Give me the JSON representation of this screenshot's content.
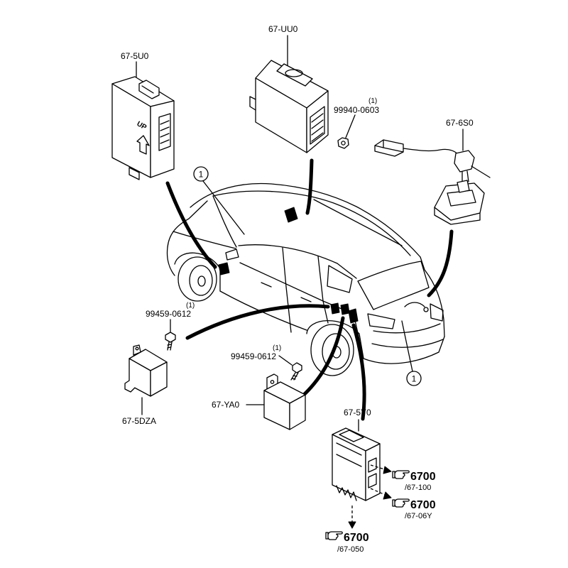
{
  "diagram": {
    "labels": {
      "part_67_uu0": "67-UU0",
      "part_67_5u0": "67-5U0",
      "part_67_5u0_marking": "UP",
      "nut_99940_0603_qty": "(1)",
      "nut_99940_0603": "99940-0603",
      "part_67_6s0": "67-6S0",
      "callout_top": "1",
      "bolt_a_qty": "(1)",
      "bolt_a": "99459-0612",
      "bolt_b_qty": "(1)",
      "bolt_b": "99459-0612",
      "part_67_ya0": "67-YA0",
      "part_67_5dza": "67-5DZA",
      "part_67_5y0": "67-5Y0",
      "callout_bottom": "1"
    },
    "references": [
      {
        "group": "6700",
        "page": "/67-100"
      },
      {
        "group": "6700",
        "page": "/67-06Y"
      },
      {
        "group": "6700",
        "page": "/67-050"
      }
    ],
    "icons": {
      "reference_pointer": "pointing-hand-icon",
      "orientation_arrow": "up-arrow-icon"
    },
    "colors": {
      "line": "#000000",
      "background": "#ffffff"
    }
  }
}
